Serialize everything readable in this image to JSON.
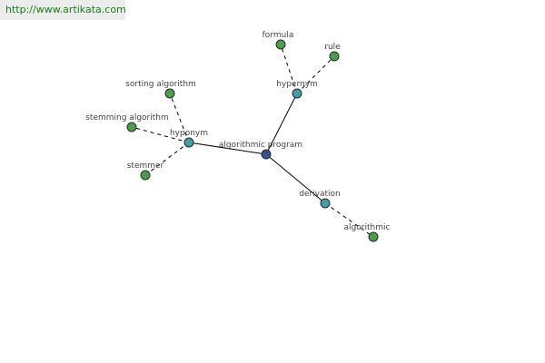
{
  "watermark": {
    "text": "http://www.artikata.com"
  },
  "colors": {
    "center_node": "#3a4f8c",
    "relation_node": "#4a9aa8",
    "leaf_node": "#4e9a4e",
    "node_stroke": "#2a2a2a",
    "solid_edge": "#000000",
    "dashed_edge": "#000000",
    "label_text": "#444444",
    "watermark_text": "#1f7a1f"
  },
  "graph": {
    "nodes": [
      {
        "id": "center",
        "label": "algorithmic program",
        "kind": "center"
      },
      {
        "id": "hypernym",
        "label": "hypernym",
        "kind": "relation"
      },
      {
        "id": "hyponym",
        "label": "hyponym",
        "kind": "relation"
      },
      {
        "id": "derivation",
        "label": "derivation",
        "kind": "relation"
      },
      {
        "id": "formula",
        "label": "formula",
        "kind": "leaf"
      },
      {
        "id": "rule",
        "label": "rule",
        "kind": "leaf"
      },
      {
        "id": "sorting",
        "label": "sorting algorithm",
        "kind": "leaf"
      },
      {
        "id": "stemming",
        "label": "stemming algorithm",
        "kind": "leaf"
      },
      {
        "id": "stemmer",
        "label": "stemmer",
        "kind": "leaf"
      },
      {
        "id": "algorithmic",
        "label": "algorithmic",
        "kind": "leaf"
      }
    ],
    "edges": [
      {
        "from": "center",
        "to": "hypernym",
        "style": "solid"
      },
      {
        "from": "center",
        "to": "hyponym",
        "style": "solid"
      },
      {
        "from": "center",
        "to": "derivation",
        "style": "solid"
      },
      {
        "from": "hypernym",
        "to": "formula",
        "style": "dashed"
      },
      {
        "from": "hypernym",
        "to": "rule",
        "style": "dashed"
      },
      {
        "from": "hyponym",
        "to": "sorting",
        "style": "dashed"
      },
      {
        "from": "hyponym",
        "to": "stemming",
        "style": "dashed"
      },
      {
        "from": "hyponym",
        "to": "stemmer",
        "style": "dashed"
      },
      {
        "from": "derivation",
        "to": "algorithmic",
        "style": "dashed"
      }
    ]
  }
}
